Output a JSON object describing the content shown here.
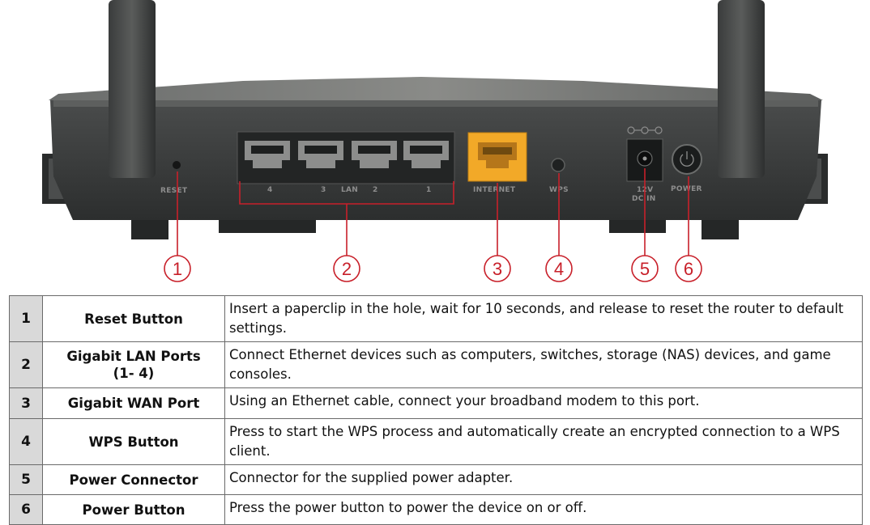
{
  "ports": {
    "reset": "RESET",
    "lan": [
      "4",
      "3",
      "LAN",
      "2",
      "1"
    ],
    "internet": "INTERNET",
    "wps": "WPS",
    "power_in_line1": "12V",
    "power_in_line2": "DC IN",
    "power": "POWER"
  },
  "callouts": [
    "1",
    "2",
    "3",
    "4",
    "5",
    "6"
  ],
  "colors": {
    "callout": "#c8202a",
    "internet_port": "#f2a928",
    "row_number_bg": "#d9d9d9"
  },
  "rows": [
    {
      "num": "1",
      "name": [
        "Reset Button"
      ],
      "desc": "Insert a paperclip in the hole, wait for 10 seconds, and release to reset the router to default settings."
    },
    {
      "num": "2",
      "name": [
        "Gigabit LAN Ports",
        "(1- 4)"
      ],
      "desc": "Connect Ethernet devices such as computers, switches, storage (NAS) devices, and game consoles."
    },
    {
      "num": "3",
      "name": [
        "Gigabit WAN Port"
      ],
      "desc": "Using an Ethernet cable, connect your broadband modem to this port."
    },
    {
      "num": "4",
      "name": [
        "WPS Button"
      ],
      "desc": "Press to start the WPS process and automatically create an encrypted connection to a WPS client."
    },
    {
      "num": "5",
      "name": [
        "Power Connector"
      ],
      "desc": "Connector for the supplied power adapter."
    },
    {
      "num": "6",
      "name": [
        "Power Button"
      ],
      "desc": "Press the power button to power the device on or off."
    }
  ]
}
